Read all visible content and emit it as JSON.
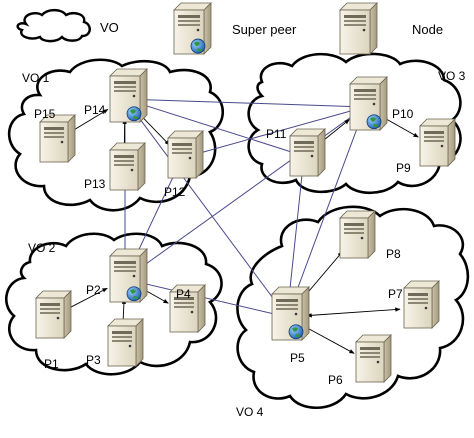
{
  "legend": {
    "vo_label": "VO",
    "super_peer_label": "Super peer",
    "node_label": "Node"
  },
  "groups": [
    {
      "id": "vo1",
      "label": "VO 1"
    },
    {
      "id": "vo2",
      "label": "VO 2"
    },
    {
      "id": "vo3",
      "label": "VO 3"
    },
    {
      "id": "vo4",
      "label": "VO 4"
    }
  ],
  "super_peers": [
    {
      "id": "P14",
      "label": "P14",
      "group": "vo1"
    },
    {
      "id": "P2",
      "label": "P2",
      "group": "vo2"
    },
    {
      "id": "P10",
      "label": "P10",
      "group": "vo3"
    },
    {
      "id": "P5",
      "label": "P5",
      "group": "vo4"
    }
  ],
  "nodes": [
    {
      "id": "P15",
      "label": "P15",
      "group": "vo1"
    },
    {
      "id": "P13",
      "label": "P13",
      "group": "vo1"
    },
    {
      "id": "P12",
      "label": "P12",
      "group": "vo1"
    },
    {
      "id": "P1",
      "label": "P1",
      "group": "vo2"
    },
    {
      "id": "P3",
      "label": "P3",
      "group": "vo2"
    },
    {
      "id": "P4",
      "label": "P4",
      "group": "vo2"
    },
    {
      "id": "P11",
      "label": "P11",
      "group": "vo3"
    },
    {
      "id": "P9",
      "label": "P9",
      "group": "vo3"
    },
    {
      "id": "P8",
      "label": "P8",
      "group": "vo4"
    },
    {
      "id": "P7",
      "label": "P7",
      "group": "vo4"
    },
    {
      "id": "P6",
      "label": "P6",
      "group": "vo4"
    }
  ],
  "intra_links": [
    [
      "P14",
      "P15"
    ],
    [
      "P14",
      "P13"
    ],
    [
      "P14",
      "P12"
    ],
    [
      "P2",
      "P1"
    ],
    [
      "P2",
      "P3"
    ],
    [
      "P2",
      "P4"
    ],
    [
      "P10",
      "P11"
    ],
    [
      "P10",
      "P9"
    ],
    [
      "P5",
      "P8"
    ],
    [
      "P5",
      "P7"
    ],
    [
      "P5",
      "P6"
    ]
  ],
  "inter_links": [
    [
      "P14",
      "P10"
    ],
    [
      "P14",
      "P11"
    ],
    [
      "P14",
      "P2"
    ],
    [
      "P14",
      "P5"
    ],
    [
      "P2",
      "P10"
    ],
    [
      "P2",
      "P5"
    ],
    [
      "P2",
      "P12"
    ],
    [
      "P10",
      "P5"
    ],
    [
      "P10",
      "P12"
    ],
    [
      "P11",
      "P5"
    ]
  ],
  "colors": {
    "cloud_stroke": "#000000",
    "link_intra": "#000000",
    "link_inter": "#4a4a8c",
    "server_body": "#e8e2d0",
    "server_front": "#f4f0e4",
    "server_side": "#b9b19a",
    "globe": "#2a6fc4",
    "globe_land": "#2f9a3a"
  }
}
